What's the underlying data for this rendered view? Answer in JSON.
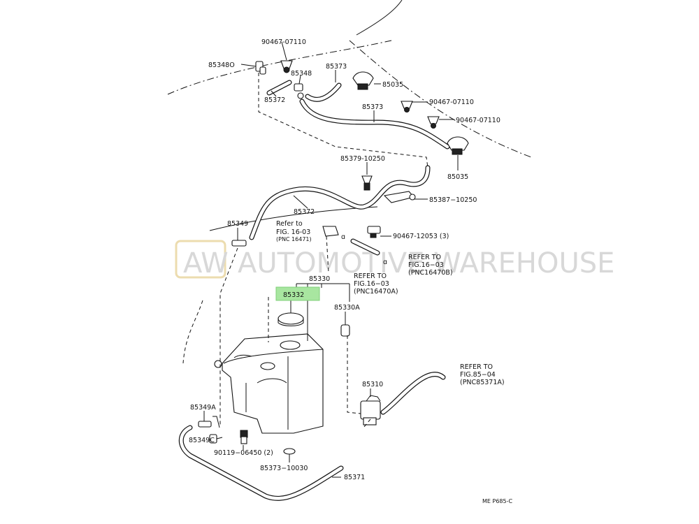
{
  "watermark": "AUTOMOTIVE WAREHOUSE",
  "watermark_badge": "AW",
  "highlight_color": "#a8e6a0",
  "parts": {
    "p90467_07110_top": "90467-07110",
    "p85348o": "85348O",
    "p85348": "85348",
    "p85373_top": "85373",
    "p85372_top": "85372",
    "p85035_top": "85035",
    "p90467_07110_mid": "90467-07110",
    "p85373_mid": "85373",
    "p90467_07110_right": "90467-07110",
    "p85379": "85379-10250",
    "p85035_bottom": "85035",
    "p85372_mid": "85372",
    "p85387": "85387−10250",
    "p85349": "85349",
    "p90467_12053": "90467-12053 (3)",
    "p85330": "85330",
    "p85332": "85332",
    "p85330a": "85330A",
    "p85310": "85310",
    "p85349a": "85349A",
    "p85349c": "85349C",
    "p90119": "90119−06450 (2)",
    "p85373_10030": "85373−10030",
    "p85371": "85371"
  },
  "refs": {
    "r1_line1": "Refer to",
    "r1_line2": "FIG. 16-03",
    "r1_line3": "(PNC 16471)",
    "r2_line1": "REFER TO",
    "r2_line2": "FIG.16−03",
    "r2_line3": "(PNC16470B)",
    "r3_line1": "REFER TO",
    "r3_line2": "FIG.16−03",
    "r3_line3": "(PNC16470A)",
    "r4_line1": "REFER TO",
    "r4_line2": "FIG.85−04",
    "r4_line3": "(PNC85371A)"
  },
  "footer_code": "ME  P685-C"
}
